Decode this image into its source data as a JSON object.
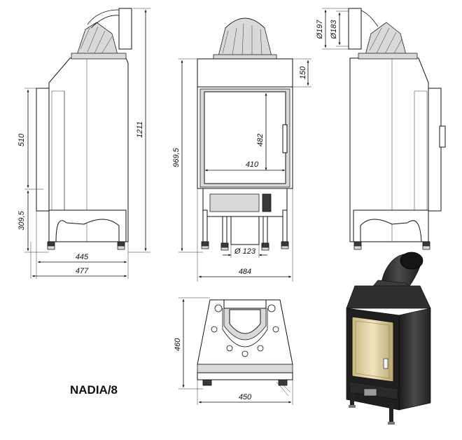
{
  "model": "NADIA/8",
  "dimensions": {
    "side_left": {
      "height_total": "1211",
      "door_height": "510",
      "base_height": "309,5",
      "depth_inner": "445",
      "depth_outer": "477"
    },
    "front": {
      "height_total": "969,5",
      "top": "150",
      "glass_height": "482",
      "glass_width": "410",
      "flue": "Ø 123",
      "width": "484"
    },
    "side_right": {
      "outer_diam": "Ø197",
      "inner_diam": "Ø183"
    },
    "top": {
      "depth": "460",
      "width": "450"
    }
  },
  "colors": {
    "line": "#111111",
    "fill_grey": "#d9d9d9",
    "glass": "#d8c89a",
    "steel": "#2b2b2b"
  }
}
